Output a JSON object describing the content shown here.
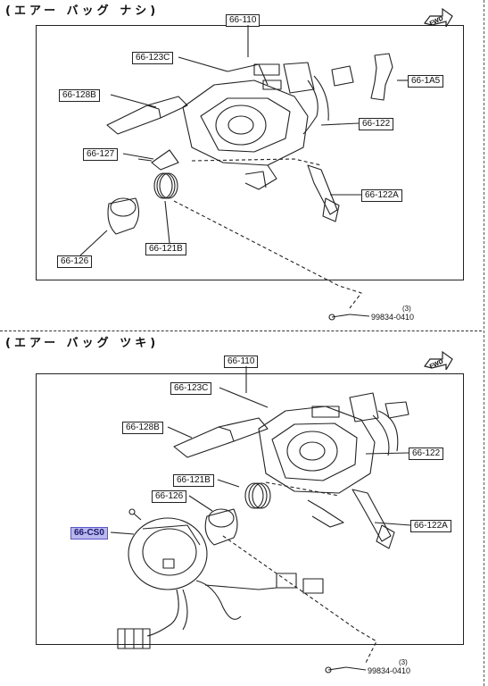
{
  "sections": [
    {
      "title": "(エアー バッグ ナシ)",
      "main_label": "66-110",
      "parts": {
        "p1": "66-123C",
        "p2": "66-128B",
        "p3": "66-127",
        "p4": "66-126",
        "p5": "66-121B",
        "p6": "66-1A5",
        "p7": "66-122",
        "p8": "66-122A"
      },
      "fwd_label": "FWD",
      "screw": {
        "qty": "(3)",
        "part": "99834-0410"
      }
    },
    {
      "title": "(エアー バッグ ツキ)",
      "main_label": "66-110",
      "parts": {
        "p1": "66-123C",
        "p2": "66-128B",
        "p3": "66-121B",
        "p4": "66-126",
        "p5": "66-CS0",
        "p6": "66-122",
        "p7": "66-122A"
      },
      "fwd_label": "FWD",
      "screw": {
        "qty": "(3)",
        "part": "99834-0410"
      }
    }
  ],
  "colors": {
    "highlight": "#b9b7ee",
    "line": "#222222"
  }
}
